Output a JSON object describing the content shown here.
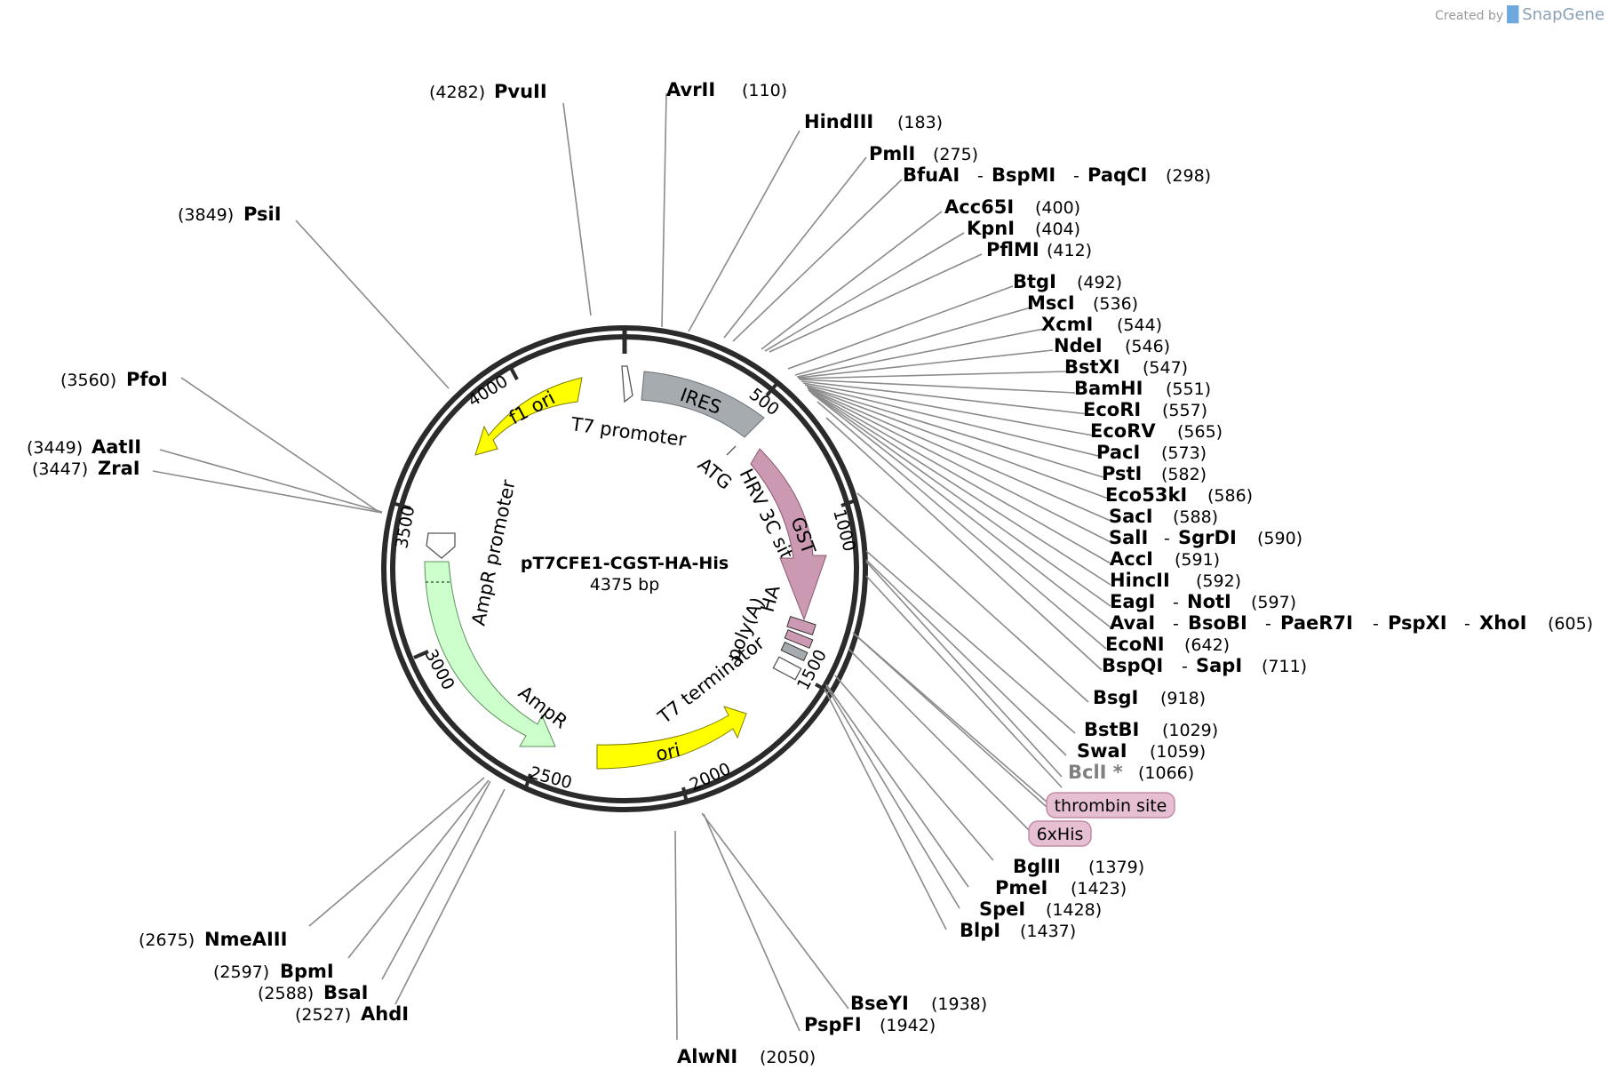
{
  "credit": {
    "prefix": "Created by",
    "brand": "SnapGene",
    "icon": "snapgene-logo-icon"
  },
  "plasmid": {
    "name": "pT7CFE1-CGST-HA-His",
    "size_text": "4375 bp",
    "length": 4375
  },
  "ticks": [
    "500",
    "1000",
    "1500",
    "2000",
    "2500",
    "3000",
    "3500",
    "4000"
  ],
  "enzymes": [
    {
      "name": "PvuII",
      "pos": "(4282)",
      "side": "left"
    },
    {
      "name": "AvrII",
      "pos": "(110)",
      "side": "right"
    },
    {
      "name": "HindIII",
      "pos": "(183)",
      "side": "right"
    },
    {
      "name": "PmlI",
      "pos": "(275)",
      "side": "right"
    },
    {
      "names": [
        "BfuAI",
        "BspMI",
        "PaqCI"
      ],
      "pos": "(298)",
      "side": "right"
    },
    {
      "name": "Acc65I",
      "pos": "(400)",
      "side": "right"
    },
    {
      "name": "KpnI",
      "pos": "(404)",
      "side": "right"
    },
    {
      "name": "PflMI",
      "pos": "(412)",
      "side": "right"
    },
    {
      "name": "PsiI",
      "pos": "(3849)",
      "side": "left"
    },
    {
      "name": "BtgI",
      "pos": "(492)",
      "side": "right"
    },
    {
      "name": "MscI",
      "pos": "(536)",
      "side": "right"
    },
    {
      "name": "XcmI",
      "pos": "(544)",
      "side": "right"
    },
    {
      "name": "NdeI",
      "pos": "(546)",
      "side": "right"
    },
    {
      "name": "BstXI",
      "pos": "(547)",
      "side": "right"
    },
    {
      "name": "PfoI",
      "pos": "(3560)",
      "side": "left"
    },
    {
      "name": "BamHI",
      "pos": "(551)",
      "side": "right"
    },
    {
      "name": "EcoRI",
      "pos": "(557)",
      "side": "right"
    },
    {
      "name": "EcoRV",
      "pos": "(565)",
      "side": "right"
    },
    {
      "name": "AatII",
      "pos": "(3449)",
      "side": "left"
    },
    {
      "name": "PacI",
      "pos": "(573)",
      "side": "right"
    },
    {
      "name": "ZraI",
      "pos": "(3447)",
      "side": "left"
    },
    {
      "name": "PstI",
      "pos": "(582)",
      "side": "right"
    },
    {
      "name": "Eco53kI",
      "pos": "(586)",
      "side": "right"
    },
    {
      "name": "SacI",
      "pos": "(588)",
      "side": "right"
    },
    {
      "names": [
        "SalI",
        "SgrDI"
      ],
      "pos": "(590)",
      "side": "right"
    },
    {
      "name": "AccI",
      "pos": "(591)",
      "side": "right"
    },
    {
      "name": "HincII",
      "pos": "(592)",
      "side": "right"
    },
    {
      "names": [
        "EagI",
        "NotI"
      ],
      "pos": "(597)",
      "side": "right"
    },
    {
      "names": [
        "AvaI",
        "BsoBI",
        "PaeR7I",
        "PspXI",
        "XhoI"
      ],
      "pos": "(605)",
      "side": "right"
    },
    {
      "name": "EcoNI",
      "pos": "(642)",
      "side": "right"
    },
    {
      "names": [
        "BspQI",
        "SapI"
      ],
      "pos": "(711)",
      "side": "right"
    },
    {
      "name": "BsgI",
      "pos": "(918)",
      "side": "right"
    },
    {
      "name": "BstBI",
      "pos": "(1029)",
      "side": "right"
    },
    {
      "name": "SwaI",
      "pos": "(1059)",
      "side": "right"
    },
    {
      "name": "BclI *",
      "pos": "(1066)",
      "side": "right",
      "gray": true
    },
    {
      "name": "BglII",
      "pos": "(1379)",
      "side": "right"
    },
    {
      "name": "PmeI",
      "pos": "(1423)",
      "side": "right"
    },
    {
      "name": "SpeI",
      "pos": "(1428)",
      "side": "right"
    },
    {
      "name": "BlpI",
      "pos": "(1437)",
      "side": "right"
    },
    {
      "name": "NmeAIII",
      "pos": "(2675)",
      "side": "left"
    },
    {
      "name": "BpmI",
      "pos": "(2597)",
      "side": "left"
    },
    {
      "name": "BsaI",
      "pos": "(2588)",
      "side": "left"
    },
    {
      "name": "AhdI",
      "pos": "(2527)",
      "side": "left"
    },
    {
      "name": "BseYI",
      "pos": "(1938)",
      "side": "right"
    },
    {
      "name": "PspFI",
      "pos": "(1942)",
      "side": "right"
    },
    {
      "name": "AlwNI",
      "pos": "(2050)",
      "side": "right"
    }
  ],
  "tags": [
    "thrombin site",
    "6xHis"
  ],
  "features": [
    {
      "name": "f1 ori",
      "color": "#ffff00"
    },
    {
      "name": "IRES",
      "color": "#a6abb0"
    },
    {
      "name": "GST",
      "color": "#cc99b2"
    },
    {
      "name": "AmpR",
      "color": "#ccffcc"
    },
    {
      "name": "ori",
      "color": "#ffff00"
    },
    {
      "name": "HA",
      "color": "#cc99b2"
    }
  ],
  "feature_labels": [
    "T7 promoter",
    "ATG",
    "HRV 3C site",
    "AmpR promoter",
    "poly(A)",
    "T7 terminator"
  ],
  "colors": {
    "backbone": "#2b2b2b",
    "leader": "#8a8a8a",
    "tag_fill": "#e6bfd2",
    "tag_stroke": "#c28ca6"
  }
}
